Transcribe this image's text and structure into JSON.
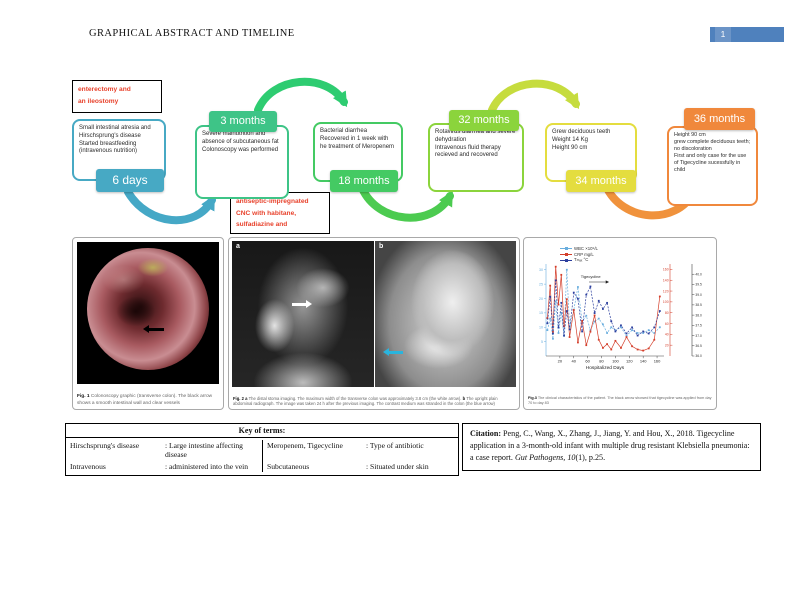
{
  "page": {
    "title": "GRAPHICAL ABSTRACT AND TIMELINE",
    "page_number": "1"
  },
  "timeline": {
    "notes": [
      {
        "text": "enterectomy and\nan ileostomy"
      },
      {
        "text": "antiseptic-impregnated\nCNC with habitane,\nsulfadiazine and"
      }
    ],
    "note_text_color": "#e8432d",
    "events": [
      {
        "badge": "6 days",
        "color": "#47a9c4",
        "box": "Small intestinal atresia and Hirschsprung's disease\nStarted breastfeeding (intravenous nutrition)"
      },
      {
        "badge": "3 months",
        "color": "#3ec487",
        "box": "Severe malnutrition and absence of subcutaneous fat\nColonoscopy was performed"
      },
      {
        "badge": "18 months",
        "color": "#44ca63",
        "box": "Bacterial diarrhea\nRecovered in 1 week with he treatment of Meropenem"
      },
      {
        "badge": "32 months",
        "color": "#8bd43c",
        "box": "Rotavirus diarrhea and severe dehydration\nIntravenous fluid therapy recieved and recovered"
      },
      {
        "badge": "34 months",
        "color": "#e4dd3f",
        "box": "Grew deciduous teeth\nWeight 14 Kg\nHeight 90 cm"
      },
      {
        "badge": "36 months",
        "color": "#f0883c",
        "box": "Height 90 cm\ngrew complete deciduous teeth; no discoloration\nFirst and only case for the use of Tigecycline sucessfully in child"
      }
    ],
    "arrows": [
      {
        "color": "#45a8c6"
      },
      {
        "color": "#2ecc71"
      },
      {
        "color": "#4ccb50"
      },
      {
        "color": "#c6dc3e"
      },
      {
        "color": "#f0923c"
      }
    ]
  },
  "figures": {
    "fig1": {
      "label": "Fig. 1",
      "caption": " Colonoscopy graphic (transverse colon). The black arrow shows a smooth intestinal wall and clear vessels"
    },
    "fig2": {
      "label": "Fig. 2",
      "panel_a": "a",
      "panel_b": "b",
      "part_a_label": " a ",
      "part_a": "The distal stoma imaging. The maximum width of the transverse colon was approximately 3.8 cm (the white arrow). ",
      "part_b_label": "b ",
      "part_b": "The upright plain abdominal radiograph. The image was taken 24 h after the previous imaging. The contrast medium was stranded in the colon (the blue arrow)"
    },
    "fig3": {
      "label": "Fig.3",
      "caption": " The clinical characteristics of the patient. The black arrow showed that tigecycline was applied from day 70 to day 83"
    }
  },
  "chart_data": {
    "type": "line",
    "xlabel": "Hospitalized Days",
    "xlim": [
      0,
      170
    ],
    "x_ticks": [
      20,
      40,
      60,
      80,
      100,
      120,
      140,
      160
    ],
    "annotation": "Tigecycline",
    "legend_position": "top-left",
    "grid": false,
    "axes": {
      "wbc": {
        "side": "left",
        "color": "#6aaede",
        "ylim": [
          0,
          32
        ],
        "ticks": [
          5,
          10,
          15,
          20,
          25,
          30
        ]
      },
      "crp": {
        "side": "right1",
        "color": "#d43e2a",
        "ylim": [
          0,
          170
        ],
        "ticks": [
          20,
          40,
          60,
          80,
          100,
          120,
          140,
          160
        ]
      },
      "tmax": {
        "side": "right2",
        "color": "#444444",
        "ylim": [
          36,
          40.5
        ],
        "ticks": [
          36.0,
          36.5,
          37.0,
          37.5,
          38.0,
          38.5,
          39.0,
          39.5,
          40.0
        ]
      }
    },
    "series": [
      {
        "name": "WBC ×10⁹/L",
        "axis": "wbc",
        "color": "#6aaede",
        "dash": "2 1.3",
        "points": [
          [
            2,
            9
          ],
          [
            6,
            13
          ],
          [
            10,
            6
          ],
          [
            14,
            19
          ],
          [
            18,
            8
          ],
          [
            22,
            15
          ],
          [
            26,
            7
          ],
          [
            30,
            30
          ],
          [
            34,
            10
          ],
          [
            40,
            16
          ],
          [
            46,
            24
          ],
          [
            52,
            12
          ],
          [
            58,
            14
          ],
          [
            64,
            9
          ],
          [
            70,
            12
          ],
          [
            76,
            13
          ],
          [
            82,
            11
          ],
          [
            88,
            8
          ],
          [
            94,
            10
          ],
          [
            100,
            9
          ],
          [
            108,
            10
          ],
          [
            116,
            7
          ],
          [
            124,
            9
          ],
          [
            132,
            8
          ],
          [
            140,
            8
          ],
          [
            148,
            9
          ],
          [
            156,
            8
          ],
          [
            164,
            10
          ]
        ]
      },
      {
        "name": "CRP mg/L",
        "axis": "crp",
        "color": "#d43e2a",
        "dash": "",
        "points": [
          [
            2,
            70
          ],
          [
            6,
            130
          ],
          [
            10,
            45
          ],
          [
            14,
            165
          ],
          [
            18,
            95
          ],
          [
            22,
            150
          ],
          [
            26,
            55
          ],
          [
            30,
            105
          ],
          [
            34,
            35
          ],
          [
            40,
            85
          ],
          [
            46,
            25
          ],
          [
            52,
            65
          ],
          [
            58,
            20
          ],
          [
            64,
            45
          ],
          [
            70,
            75
          ],
          [
            76,
            30
          ],
          [
            82,
            15
          ],
          [
            88,
            22
          ],
          [
            94,
            12
          ],
          [
            100,
            28
          ],
          [
            108,
            15
          ],
          [
            116,
            35
          ],
          [
            124,
            18
          ],
          [
            132,
            12
          ],
          [
            140,
            10
          ],
          [
            148,
            14
          ],
          [
            156,
            30
          ],
          [
            164,
            110
          ]
        ]
      },
      {
        "name": "Tₘₐₓ °C",
        "axis": "tmax",
        "color": "#2c3f9e",
        "dash": "2 1.3",
        "points": [
          [
            2,
            37.6
          ],
          [
            6,
            38.9
          ],
          [
            10,
            37.1
          ],
          [
            14,
            39.7
          ],
          [
            18,
            37.4
          ],
          [
            22,
            38.6
          ],
          [
            26,
            37.0
          ],
          [
            30,
            38.2
          ],
          [
            34,
            37.3
          ],
          [
            40,
            39.1
          ],
          [
            46,
            38.8
          ],
          [
            52,
            37.2
          ],
          [
            58,
            39.0
          ],
          [
            64,
            39.4
          ],
          [
            70,
            38.1
          ],
          [
            76,
            38.7
          ],
          [
            82,
            38.3
          ],
          [
            88,
            38.6
          ],
          [
            94,
            37.7
          ],
          [
            100,
            37.2
          ],
          [
            108,
            37.5
          ],
          [
            116,
            37.1
          ],
          [
            124,
            37.4
          ],
          [
            132,
            37.0
          ],
          [
            140,
            37.2
          ],
          [
            148,
            37.1
          ],
          [
            156,
            37.4
          ],
          [
            164,
            38.2
          ]
        ]
      }
    ]
  },
  "key_table": {
    "header": "Key of terms:",
    "rows": [
      [
        "Hirschsprung's disease",
        ": Large intestine affecting disease",
        "Meropenem, Tigecycline",
        ": Type of antibiotic"
      ],
      [
        "Intravenous",
        ": administered into the vein",
        "Subcutaneous",
        ": Situated under skin"
      ]
    ]
  },
  "citation": {
    "label": "Citation:",
    "text": " Peng, C., Wang, X., Zhang, J., Jiang, Y. and Hou, X., 2018. Tigecycline application in a 3-month-old infant with multiple drug resistant Klebsiella pneumonia: a case report. ",
    "journal": "Gut Pathogens, 10",
    "suffix": "(1), p.25."
  }
}
